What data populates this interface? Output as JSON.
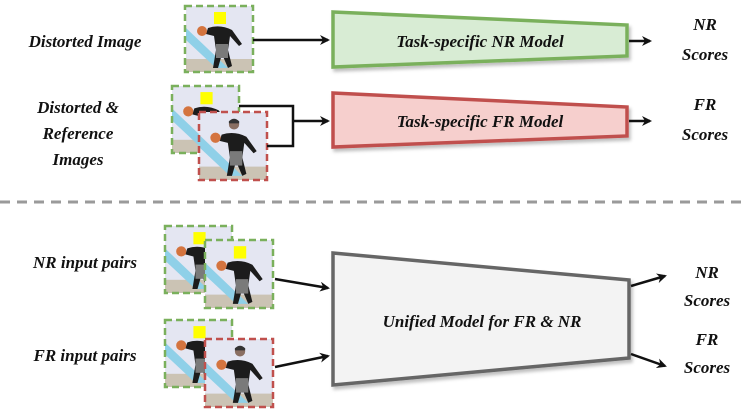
{
  "colors": {
    "nr_border": "#7ab05c",
    "nr_fill": "#d8ecd4",
    "fr_border": "#c0504d",
    "fr_fill": "#f6cfcd",
    "unified_border": "#666666",
    "unified_fill": "#f3f3f3",
    "divider": "#9a9a9a",
    "arrow": "#111111",
    "image_bg": "#e4e6f2",
    "image_floor": "#cbc3b4",
    "image_stripe": "#8fd0e8",
    "face_mask": "#ffff00",
    "ball": "#d4743f"
  },
  "top": {
    "nr_row": {
      "label": "Distorted Image",
      "model": "Task-specific NR Model",
      "output_line1": "NR",
      "output_line2": "Scores"
    },
    "fr_row": {
      "label_line1": "Distorted &",
      "label_line2": "Reference",
      "label_line3": "Images",
      "model": "Task-specific FR Model",
      "output_line1": "FR",
      "output_line2": "Scores"
    }
  },
  "bottom": {
    "nr_pairs_label": "NR input pairs",
    "fr_pairs_label": "FR input pairs",
    "model": "Unified Model for FR & NR",
    "nr_output_line1": "NR",
    "nr_output_line2": "Scores",
    "fr_output_line1": "FR",
    "fr_output_line2": "Scores"
  },
  "icons": {
    "image_thumbnail": "basketball-player-photo",
    "arrow": "arrow-right-icon"
  }
}
